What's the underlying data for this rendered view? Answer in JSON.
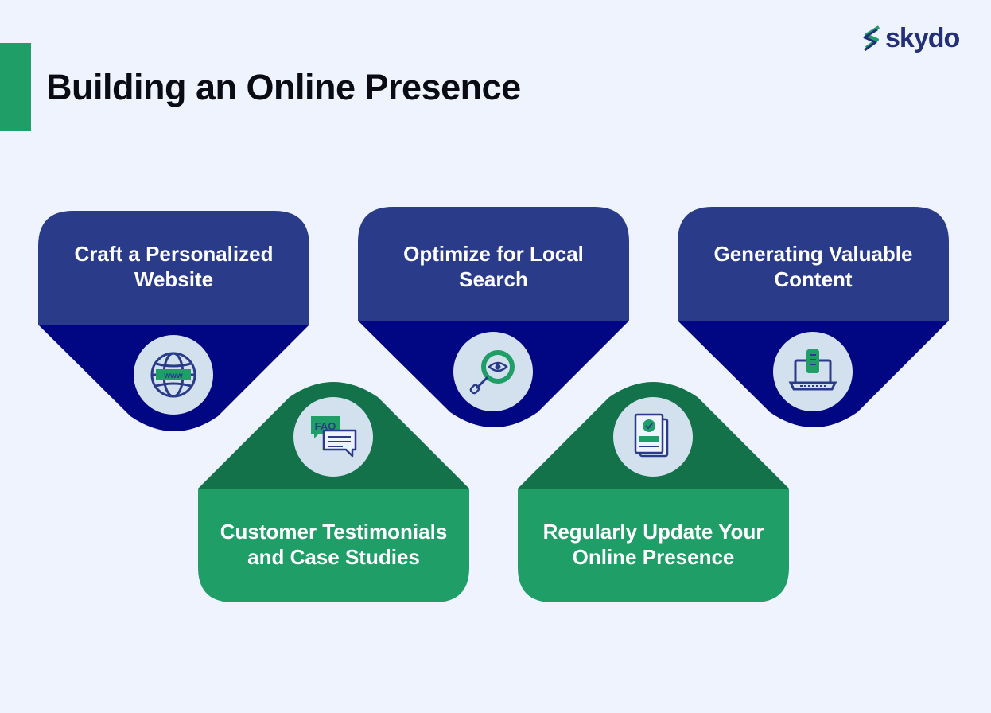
{
  "header": {
    "title": "Building an Online Presence"
  },
  "logo": {
    "text": "skydo",
    "icon": "skydo-s-mark-icon"
  },
  "colors": {
    "blue_top": "#2a3b8a",
    "blue_bottom": "#010782",
    "green_top": "#1f9e67",
    "green_bottom": "#137249",
    "icon_bg": "#d3e1ef",
    "accent": "#1f9e67"
  },
  "steps": [
    {
      "label": "Craft a Personalized Website",
      "icon": "globe-www-icon"
    },
    {
      "label": "Optimize for Local Search",
      "icon": "magnifier-eye-icon"
    },
    {
      "label": "Generating Valuable Content",
      "icon": "laptop-document-icon"
    },
    {
      "label": "Customer Testimonials and Case Studies",
      "icon": "faq-chat-icon"
    },
    {
      "label": "Regularly Update Your Online Presence",
      "icon": "checked-document-icon"
    }
  ]
}
